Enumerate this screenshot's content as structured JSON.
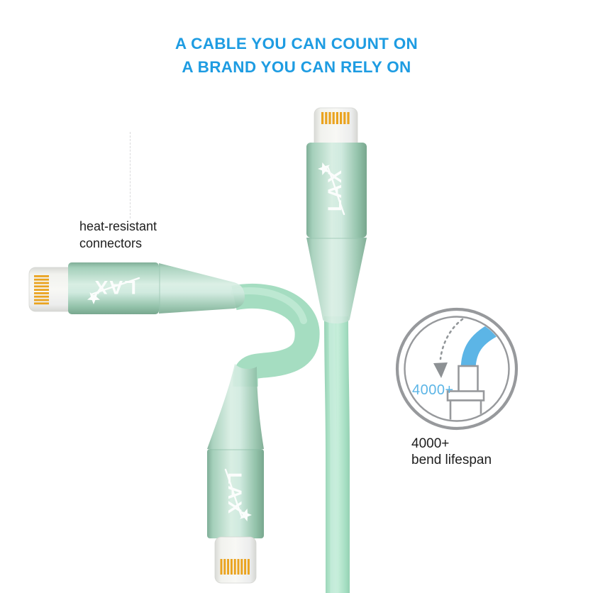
{
  "heading": {
    "line1": "A CABLE YOU CAN COUNT ON",
    "line2": "A BRAND YOU CAN RELY ON",
    "color": "#1e9ce2"
  },
  "brand": {
    "logo_text": "LAX"
  },
  "annotations": {
    "heat_resistant": {
      "line1": "heat-resistant",
      "line2": "connectors"
    },
    "bend_lifespan": {
      "line1": "4000+",
      "line2": "bend lifespan"
    }
  },
  "bend_diagram": {
    "count_label": "4000+",
    "accent_color": "#5cb5e6",
    "outline_color": "#97999c"
  },
  "product": {
    "cable_color": "#a9e0c4",
    "housing_color": "#b7dccb",
    "pin_color": "#eaa31f",
    "tip_color": "#f4f4f1"
  }
}
